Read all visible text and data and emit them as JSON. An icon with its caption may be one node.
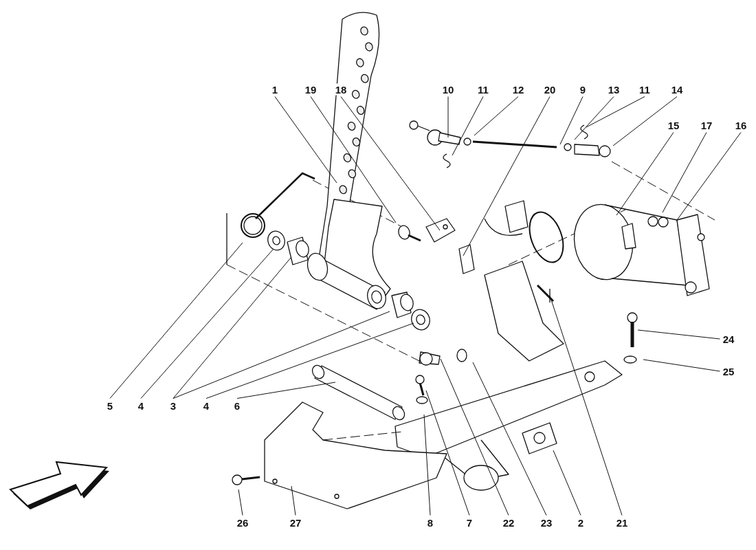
{
  "diagram": {
    "nodes": [
      {
        "text": [
          "1"
        ]
      },
      {
        "text": [
          "19"
        ]
      },
      {
        "text": [
          "18"
        ]
      },
      {
        "text": [
          "10"
        ]
      },
      {
        "text": [
          "11"
        ]
      },
      {
        "text": [
          "12"
        ]
      },
      {
        "text": [
          "20"
        ]
      },
      {
        "text": [
          "9"
        ]
      },
      {
        "text": [
          "13"
        ]
      },
      {
        "text": [
          "11"
        ]
      },
      {
        "text": [
          "14"
        ]
      },
      {
        "text": [
          "15"
        ]
      },
      {
        "text": [
          "17"
        ]
      },
      {
        "text": [
          "16"
        ]
      },
      {
        "text": [
          "24"
        ]
      },
      {
        "text": [
          "25"
        ]
      },
      {
        "text": [
          "5"
        ]
      },
      {
        "text": [
          "4"
        ]
      },
      {
        "text": [
          "3"
        ]
      },
      {
        "text": [
          "4"
        ]
      },
      {
        "text": [
          "6"
        ]
      },
      {
        "text": [
          "26"
        ]
      },
      {
        "text": [
          "27"
        ]
      },
      {
        "text": [
          "8"
        ]
      },
      {
        "text": [
          "7"
        ]
      },
      {
        "text": [
          "22"
        ]
      },
      {
        "text": [
          "23"
        ]
      },
      {
        "text": [
          "2"
        ]
      },
      {
        "text": [
          "21"
        ]
      }
    ],
    "edges": [
      {
        "from": 0,
        "to": null,
        "arrow": "none"
      },
      {
        "from": 1,
        "to": null,
        "arrow": "none"
      },
      {
        "from": 2,
        "to": null,
        "arrow": "none"
      },
      {
        "from": 3,
        "to": null,
        "arrow": "none"
      },
      {
        "from": 4,
        "to": null,
        "arrow": "none"
      },
      {
        "from": 5,
        "to": null,
        "arrow": "none"
      },
      {
        "from": 6,
        "to": null,
        "arrow": "none"
      },
      {
        "from": 7,
        "to": null,
        "arrow": "none"
      },
      {
        "from": 8,
        "to": null,
        "arrow": "none"
      },
      {
        "from": 9,
        "to": null,
        "arrow": "none"
      },
      {
        "from": 10,
        "to": null,
        "arrow": "none"
      },
      {
        "from": 11,
        "to": null,
        "arrow": "none"
      },
      {
        "from": 12,
        "to": null,
        "arrow": "none"
      },
      {
        "from": 13,
        "to": null,
        "arrow": "none"
      },
      {
        "from": 14,
        "to": null,
        "arrow": "none"
      },
      {
        "from": 15,
        "to": null,
        "arrow": "none"
      },
      {
        "from": 16,
        "to": null,
        "arrow": "none"
      },
      {
        "from": 17,
        "to": null,
        "arrow": "none"
      },
      {
        "from": 18,
        "to": null,
        "arrow": "none"
      },
      {
        "from": 18,
        "to": null,
        "arrow": "none"
      },
      {
        "from": 19,
        "to": null,
        "arrow": "none"
      },
      {
        "from": 20,
        "to": null,
        "arrow": "none"
      },
      {
        "from": 21,
        "to": null,
        "arrow": "none"
      },
      {
        "from": 22,
        "to": null,
        "arrow": "none"
      },
      {
        "from": 23,
        "to": null,
        "arrow": "none"
      },
      {
        "from": 24,
        "to": null,
        "arrow": "none"
      },
      {
        "from": 25,
        "to": null,
        "arrow": "none"
      },
      {
        "from": 26,
        "to": null,
        "arrow": "none"
      },
      {
        "from": 27,
        "to": null,
        "arrow": "none"
      },
      {
        "from": 28,
        "to": null,
        "arrow": "none"
      }
    ]
  }
}
